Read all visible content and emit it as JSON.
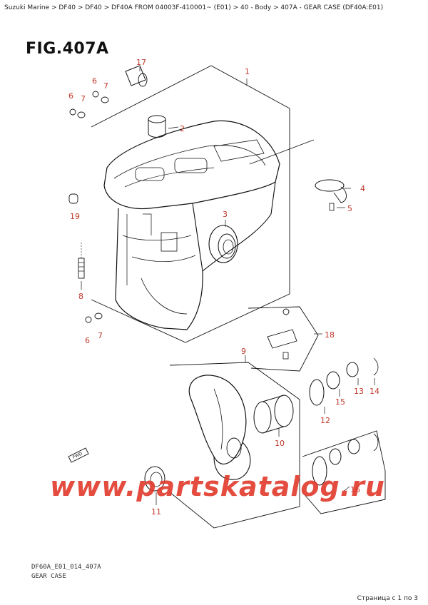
{
  "header": {
    "breadcrumb": "Suzuki Marine > DF40 > DF40 > DF40A FROM 04003F-410001~ (E01) > 40 - Body > 407A - GEAR CASE (DF40A:E01)"
  },
  "figure": {
    "title": "FIG.407A",
    "code": "DF60A_E01_014_407A",
    "caption": "GEAR CASE"
  },
  "callouts": {
    "c1": "1",
    "c2": "2",
    "c3": "3",
    "c4": "4",
    "c5": "5",
    "c6a": "6",
    "c6b": "6",
    "c6c": "6",
    "c7a": "7",
    "c7b": "7",
    "c7c": "7",
    "c8": "8",
    "c9": "9",
    "c10": "10",
    "c11": "11",
    "c12": "12",
    "c13": "13",
    "c14": "14",
    "c15": "15",
    "c16": "16",
    "c17": "17",
    "c18": "18",
    "c19": "19"
  },
  "fwd_label": "FWD",
  "watermark": "www.partskatalog.ru",
  "footer": {
    "page_info": "Страница с 1 по 3"
  }
}
